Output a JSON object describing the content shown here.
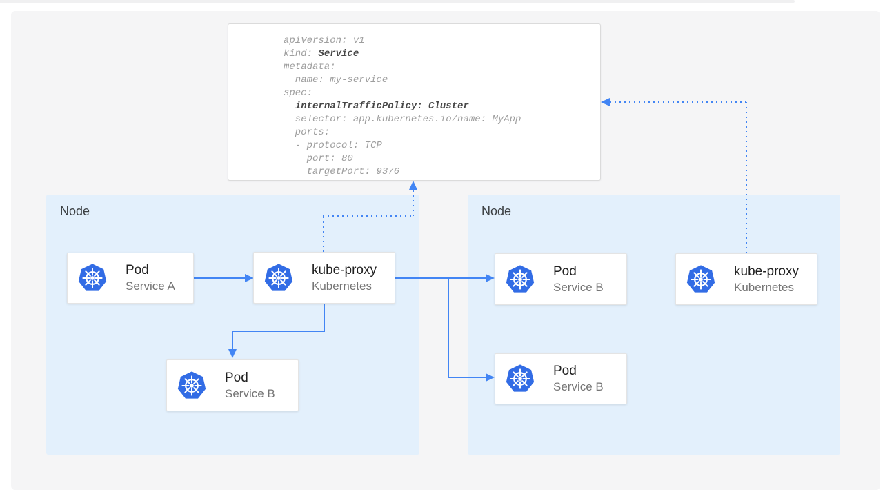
{
  "colors": {
    "accent_blue": "#4285f4",
    "k8s_blue": "#326ce5",
    "node_bg": "#e3f0fc",
    "panel_bg": "#f5f5f6"
  },
  "yaml_card": {
    "l1": "apiVersion: v1",
    "l2a": "kind: ",
    "l2b": "Service",
    "l3": "metadata:",
    "l4": "  name: my-service",
    "l5": "spec:",
    "l6a": "  ",
    "l6b": "internalTrafficPolicy: Cluster",
    "l7": "  selector: app.kubernetes.io/name: MyApp",
    "l8": "  ports:",
    "l9": "  - protocol: TCP",
    "l10": "    port: 80",
    "l11": "    targetPort: 9376"
  },
  "nodes": {
    "left": {
      "label": "Node"
    },
    "right": {
      "label": "Node"
    }
  },
  "cards": {
    "pod_a": {
      "title": "Pod",
      "subtitle": "Service A",
      "icon": "kubernetes-logo"
    },
    "kube_proxy_left": {
      "title": "kube-proxy",
      "subtitle": "Kubernetes",
      "icon": "kubernetes-logo"
    },
    "pod_b_left": {
      "title": "Pod",
      "subtitle": "Service B",
      "icon": "kubernetes-logo"
    },
    "pod_b_top_right": {
      "title": "Pod",
      "subtitle": "Service B",
      "icon": "kubernetes-logo"
    },
    "pod_b_bottom_right": {
      "title": "Pod",
      "subtitle": "Service B",
      "icon": "kubernetes-logo"
    },
    "kube_proxy_right": {
      "title": "kube-proxy",
      "subtitle": "Kubernetes",
      "icon": "kubernetes-logo"
    }
  }
}
